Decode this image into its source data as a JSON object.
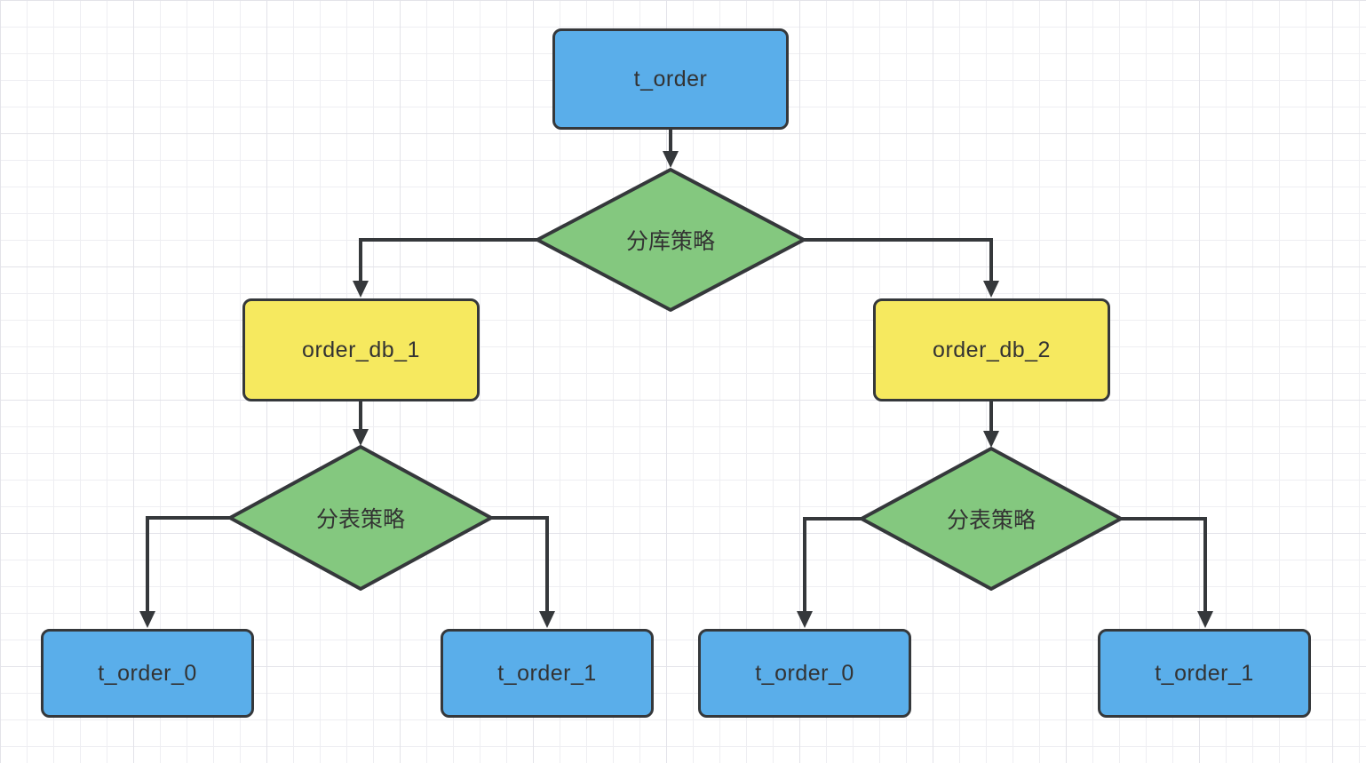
{
  "colors": {
    "node_blue": "#5aaeea",
    "node_green": "#84c87f",
    "node_yellow": "#f6e95f",
    "stroke": "#35383b",
    "text": "#333333"
  },
  "nodes": {
    "t_order": {
      "label": "t_order"
    },
    "db_strategy": {
      "label": "分库策略"
    },
    "order_db_1": {
      "label": "order_db_1"
    },
    "order_db_2": {
      "label": "order_db_2"
    },
    "table_strategy_left": {
      "label": "分表策略"
    },
    "table_strategy_right": {
      "label": "分表策略"
    },
    "t_order_0_left": {
      "label": "t_order_0"
    },
    "t_order_1_left": {
      "label": "t_order_1"
    },
    "t_order_0_right": {
      "label": "t_order_0"
    },
    "t_order_1_right": {
      "label": "t_order_1"
    }
  }
}
